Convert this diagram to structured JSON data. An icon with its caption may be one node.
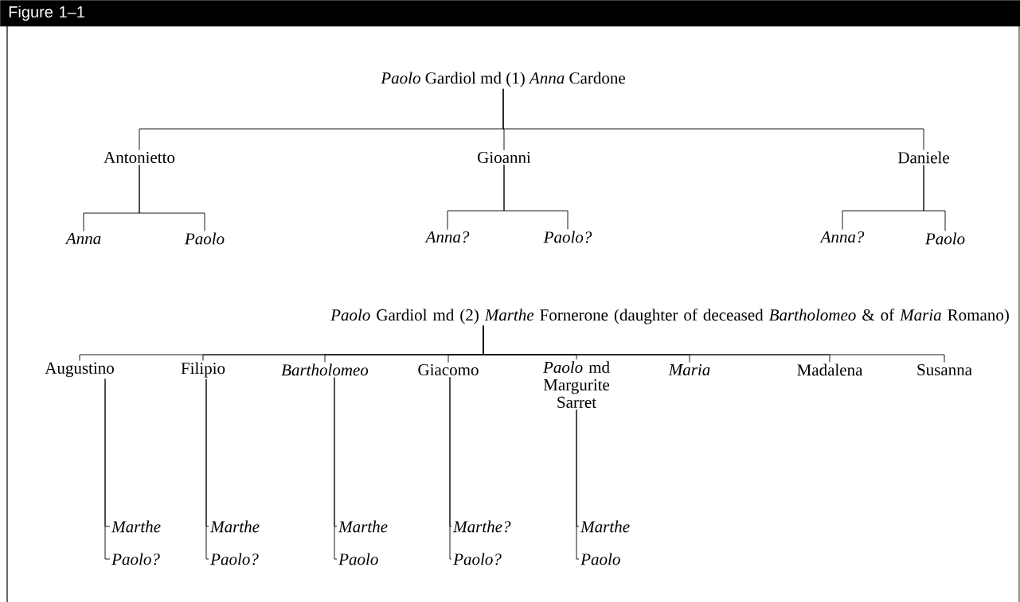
{
  "diagram": {
    "title": "Figure 1–1",
    "nodes": [
      {
        "text": [
          "*Paolo* Gardiol md (1) *Anna* Cardone"
        ]
      },
      {
        "text": [
          "Antonietto"
        ]
      },
      {
        "text": [
          "Gioanni"
        ]
      },
      {
        "text": [
          "Daniele"
        ]
      },
      {
        "text": [
          "Anna"
        ]
      },
      {
        "text": [
          "Paolo"
        ]
      },
      {
        "text": [
          "Anna?"
        ]
      },
      {
        "text": [
          "Paolo?"
        ]
      },
      {
        "text": [
          "Anna?"
        ]
      },
      {
        "text": [
          "Paolo"
        ]
      },
      {
        "text": [
          "*Paolo* Gardiol md (2) *Marthe* Fornerone (daughter of deceased *Bartholomeo* & of *Maria* Romano)"
        ]
      },
      {
        "text": [
          "Augustino"
        ]
      },
      {
        "text": [
          "Filipio"
        ]
      },
      {
        "text": [
          "Bartholomeo"
        ]
      },
      {
        "text": [
          "Giacomo"
        ]
      },
      {
        "text": [
          "*Paolo* md Margurite Sarret"
        ]
      },
      {
        "text": [
          "Maria"
        ]
      },
      {
        "text": [
          "Madalena"
        ]
      },
      {
        "text": [
          "Susanna"
        ]
      },
      {
        "text": [
          "Marthe"
        ]
      },
      {
        "text": [
          "Paolo?"
        ]
      },
      {
        "text": [
          "Marthe"
        ]
      },
      {
        "text": [
          "Paolo?"
        ]
      },
      {
        "text": [
          "Marthe"
        ]
      },
      {
        "text": [
          "Paolo"
        ]
      },
      {
        "text": [
          "Marthe?"
        ]
      },
      {
        "text": [
          "Paolo?"
        ]
      },
      {
        "text": [
          "Marthe"
        ]
      },
      {
        "text": [
          "Paolo"
        ]
      }
    ],
    "edges": [
      {
        "from": 0,
        "to": 1,
        "arrow": "none"
      },
      {
        "from": 0,
        "to": 2,
        "arrow": "none"
      },
      {
        "from": 0,
        "to": 3,
        "arrow": "none"
      },
      {
        "from": 1,
        "to": 4,
        "arrow": "none"
      },
      {
        "from": 1,
        "to": 5,
        "arrow": "none"
      },
      {
        "from": 2,
        "to": 6,
        "arrow": "none"
      },
      {
        "from": 2,
        "to": 7,
        "arrow": "none"
      },
      {
        "from": 3,
        "to": 8,
        "arrow": "none"
      },
      {
        "from": 3,
        "to": 9,
        "arrow": "none"
      },
      {
        "from": 10,
        "to": 11,
        "arrow": "none"
      },
      {
        "from": 10,
        "to": 12,
        "arrow": "none"
      },
      {
        "from": 10,
        "to": 13,
        "arrow": "none"
      },
      {
        "from": 10,
        "to": 14,
        "arrow": "none"
      },
      {
        "from": 10,
        "to": 15,
        "arrow": "none"
      },
      {
        "from": 10,
        "to": 16,
        "arrow": "none"
      },
      {
        "from": 10,
        "to": 17,
        "arrow": "none"
      },
      {
        "from": 10,
        "to": 18,
        "arrow": "none"
      },
      {
        "from": 11,
        "to": 19,
        "arrow": "none"
      },
      {
        "from": 11,
        "to": 20,
        "arrow": "none"
      },
      {
        "from": 12,
        "to": 21,
        "arrow": "none"
      },
      {
        "from": 12,
        "to": 22,
        "arrow": "none"
      },
      {
        "from": 13,
        "to": 23,
        "arrow": "none"
      },
      {
        "from": 13,
        "to": 24,
        "arrow": "none"
      },
      {
        "from": 14,
        "to": 25,
        "arrow": "none"
      },
      {
        "from": 14,
        "to": 26,
        "arrow": "none"
      },
      {
        "from": 15,
        "to": 27,
        "arrow": "none"
      },
      {
        "from": 15,
        "to": 28,
        "arrow": "none"
      }
    ]
  }
}
